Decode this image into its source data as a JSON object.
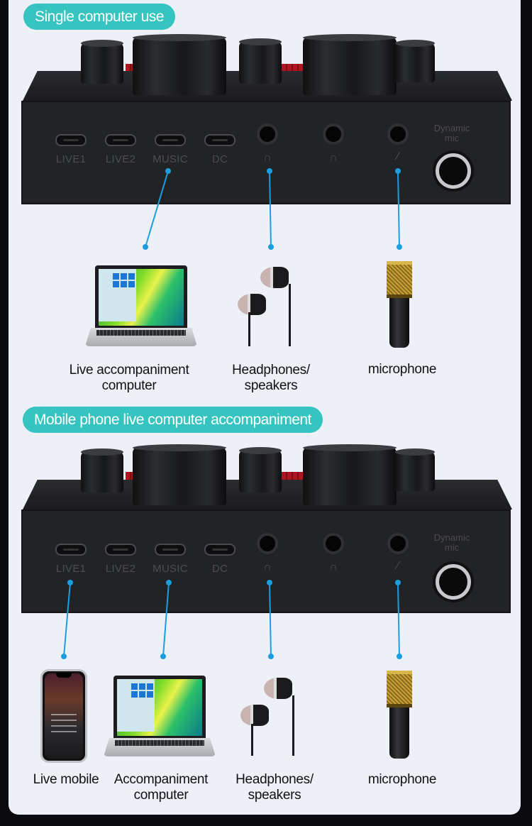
{
  "colors": {
    "accent": "#35c4bf",
    "connector": "#1a9ee0",
    "panel": "#eef0f7",
    "outer_background": "#0b0b0f"
  },
  "sections": [
    {
      "title": "Single computer use",
      "device": {
        "port_labels": [
          "LIVE1",
          "LIVE2",
          "MUSIC",
          "DC"
        ],
        "jack_icons": [
          "headphones-icon",
          "headset-icon",
          "microphone-icon"
        ],
        "xlr_label": [
          "Dynamic",
          "mic"
        ]
      },
      "connections": [
        {
          "port": "MUSIC",
          "target": "Live accompaniment computer"
        },
        {
          "port": "headphones",
          "target": "Headphones/ speakers"
        },
        {
          "port": "microphone",
          "target": "microphone"
        }
      ],
      "items": [
        {
          "icon": "laptop",
          "caption_lines": [
            "Live accompaniment",
            "computer"
          ]
        },
        {
          "icon": "earphones",
          "caption_lines": [
            "Headphones/",
            "speakers"
          ]
        },
        {
          "icon": "microphone",
          "caption_lines": [
            "microphone"
          ]
        }
      ]
    },
    {
      "title": "Mobile phone live computer accompaniment",
      "device": {
        "port_labels": [
          "LIVE1",
          "LIVE2",
          "MUSIC",
          "DC"
        ],
        "jack_icons": [
          "headphones-icon",
          "headset-icon",
          "microphone-icon"
        ],
        "xlr_label": [
          "Dynamic",
          "mic"
        ]
      },
      "connections": [
        {
          "port": "LIVE1",
          "target": "Live mobile"
        },
        {
          "port": "MUSIC",
          "target": "Accompaniment computer"
        },
        {
          "port": "headphones",
          "target": "Headphones/ speakers"
        },
        {
          "port": "microphone",
          "target": "microphone"
        }
      ],
      "items": [
        {
          "icon": "smartphone",
          "caption_lines": [
            "Live mobile"
          ]
        },
        {
          "icon": "laptop",
          "caption_lines": [
            "Accompaniment",
            "computer"
          ]
        },
        {
          "icon": "earphones",
          "caption_lines": [
            "Headphones/",
            "speakers"
          ]
        },
        {
          "icon": "microphone",
          "caption_lines": [
            "microphone"
          ]
        }
      ]
    }
  ]
}
